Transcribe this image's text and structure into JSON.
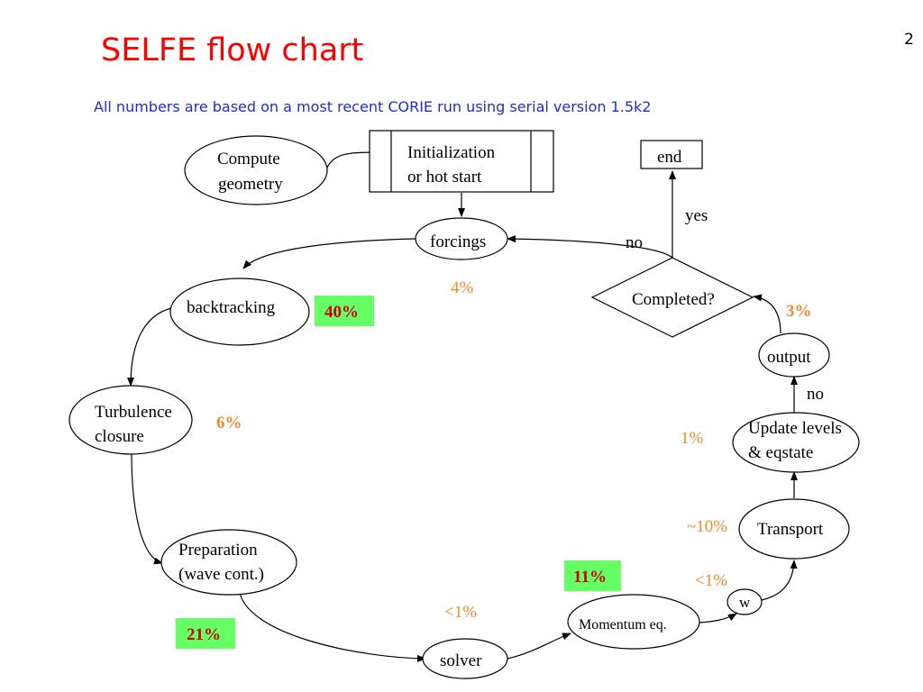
{
  "page_number": "2",
  "title": "SELFE flow chart",
  "subtitle": "All numbers are based on a most recent CORIE run using serial version 1.5k2",
  "colors": {
    "title": "#ff0000",
    "subtitle": "#1f2ecc",
    "percent_orange": "#ef8a2e",
    "highlight_box": "#66ff66",
    "highlight_text": "#cc0000"
  },
  "nodes": {
    "compute_geometry": [
      "Compute",
      "geometry"
    ],
    "initialization": [
      "Initialization",
      "or hot start"
    ],
    "end": "end",
    "forcings": "forcings",
    "completed": "Completed?",
    "backtracking": "backtracking",
    "output": "output",
    "turbulence_closure": [
      "Turbulence",
      "closure"
    ],
    "update_levels": [
      "Update levels",
      "& eqstate"
    ],
    "transport": "Transport",
    "preparation": [
      "Preparation",
      "(wave cont.)"
    ],
    "w": "w",
    "momentum": "Momentum eq.",
    "solver": "solver"
  },
  "labels": {
    "yes": "yes",
    "no_forcings": "no",
    "no_output": "no"
  },
  "percentages": {
    "forcings": "4%",
    "backtracking": "40%",
    "completed": "3%",
    "turbulence": "6%",
    "update_levels": "1%",
    "transport": "~10%",
    "w": "<1%",
    "momentum": "11%",
    "solver": "<1%",
    "preparation": "21%"
  }
}
